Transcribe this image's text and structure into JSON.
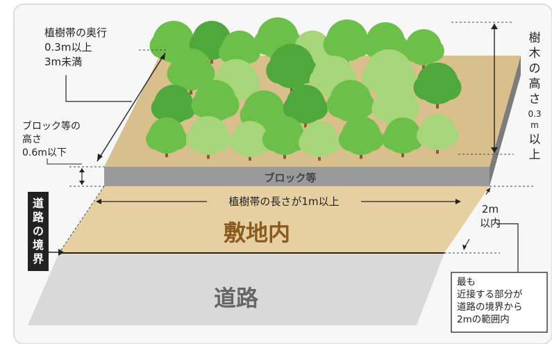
{
  "labels": {
    "depth_line1": "植樹帯の奥行",
    "depth_line2": "0.3m以上",
    "depth_line3": "3m未満",
    "block_height_line1": "ブロック等の",
    "block_height_line2": "高さ",
    "block_height_line3": "0.6m以下",
    "block_label": "ブロック等",
    "tree_height_chars": [
      "樹",
      "木",
      "の",
      "高",
      "さ",
      "0.3",
      "m",
      "以",
      "上"
    ],
    "length_label": "植樹帯の長さが1m以上",
    "distance_line1": "2m",
    "distance_line2": "以内",
    "site_label": "敷地内",
    "road_label": "道路",
    "boundary_chars": [
      "道",
      "路",
      "の",
      "境",
      "界"
    ],
    "note_line1": "最も",
    "note_line2": "近接する部分が",
    "note_line3": "道路の境界から",
    "note_line4": "2mの範囲内"
  },
  "colors": {
    "panel_background": "#f7f7f7",
    "panel_border": "#dddddd",
    "site_ground": "#e6cfa0",
    "block": "#9a9a9a",
    "block_top": "#cfcfcf",
    "block_side": "#7c7c7c",
    "road": "#d9d9d9",
    "tree_dark": "#4ea83c",
    "tree_mid": "#6cc04a",
    "tree_light": "#a7d67a",
    "trunk": "#8a5a3c",
    "site_text": "#8a5a20",
    "road_text": "#666666",
    "boundary_tag": "#222222"
  }
}
